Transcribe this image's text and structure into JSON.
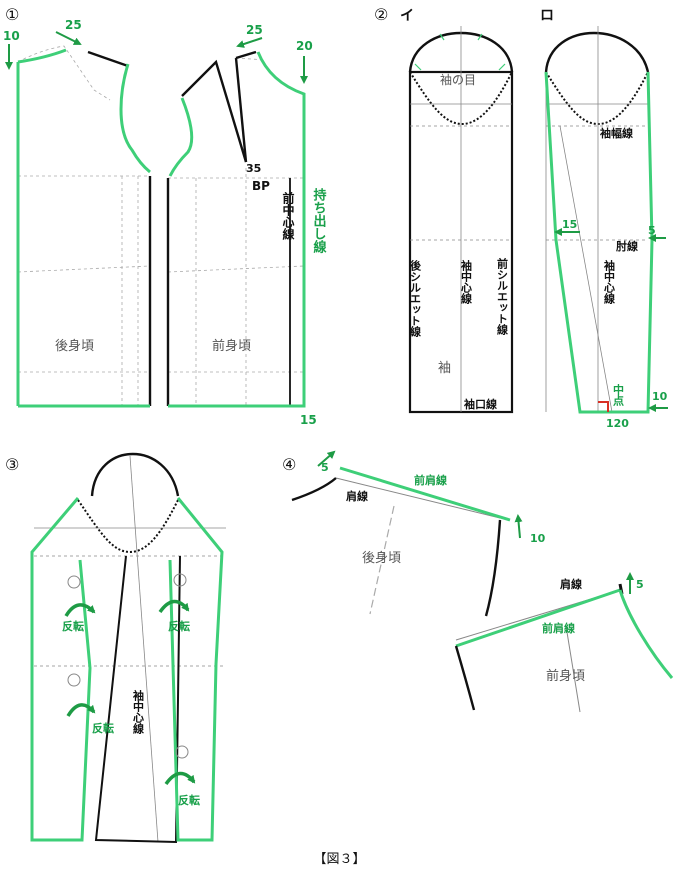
{
  "colors": {
    "green": "#3ecf78",
    "arrow": "#1e9b45",
    "label_green": "#19a04a",
    "black": "#111111",
    "gray": "#888888",
    "dash": "#aaaaaa",
    "red": "#d93025"
  },
  "figure_caption": "【図３】",
  "step1": {
    "num": "①",
    "dims": {
      "top_left": "10",
      "back_neck": "25",
      "front_neck": "25",
      "front_right": "20",
      "bottom": "15",
      "bp_value": "35"
    },
    "bp": "BP",
    "front_center_line": "前中心線",
    "extension_line": "持ち出し線",
    "back_body": "後身頃",
    "front_body": "前身頃"
  },
  "step2": {
    "num": "②",
    "sub_i": "イ",
    "sub_ro": "ロ",
    "sleeve_cap_mark": "袖の目",
    "back_silhouette": "後シルエット線",
    "sleeve_center": "袖中心線",
    "front_silhouette": "前シルエット線",
    "sleeve": "袖",
    "cuff_line": "袖口線",
    "sleeve_width_line": "袖幅線",
    "elbow_line": "肘線",
    "dims": {
      "left": "15",
      "right": "5",
      "bottom_right": "10",
      "bottom_mark": "120"
    },
    "midpoint": "中点"
  },
  "step3": {
    "num": "③",
    "flip": "反転",
    "sleeve_center": "袖中心線"
  },
  "step4": {
    "num": "④",
    "front_shoulder": "前肩線",
    "shoulder_line": "肩線",
    "back_body": "後身頃",
    "front_body": "前身頃",
    "dims": {
      "back_left": "5",
      "back_right": "10",
      "front_right": "5"
    }
  }
}
